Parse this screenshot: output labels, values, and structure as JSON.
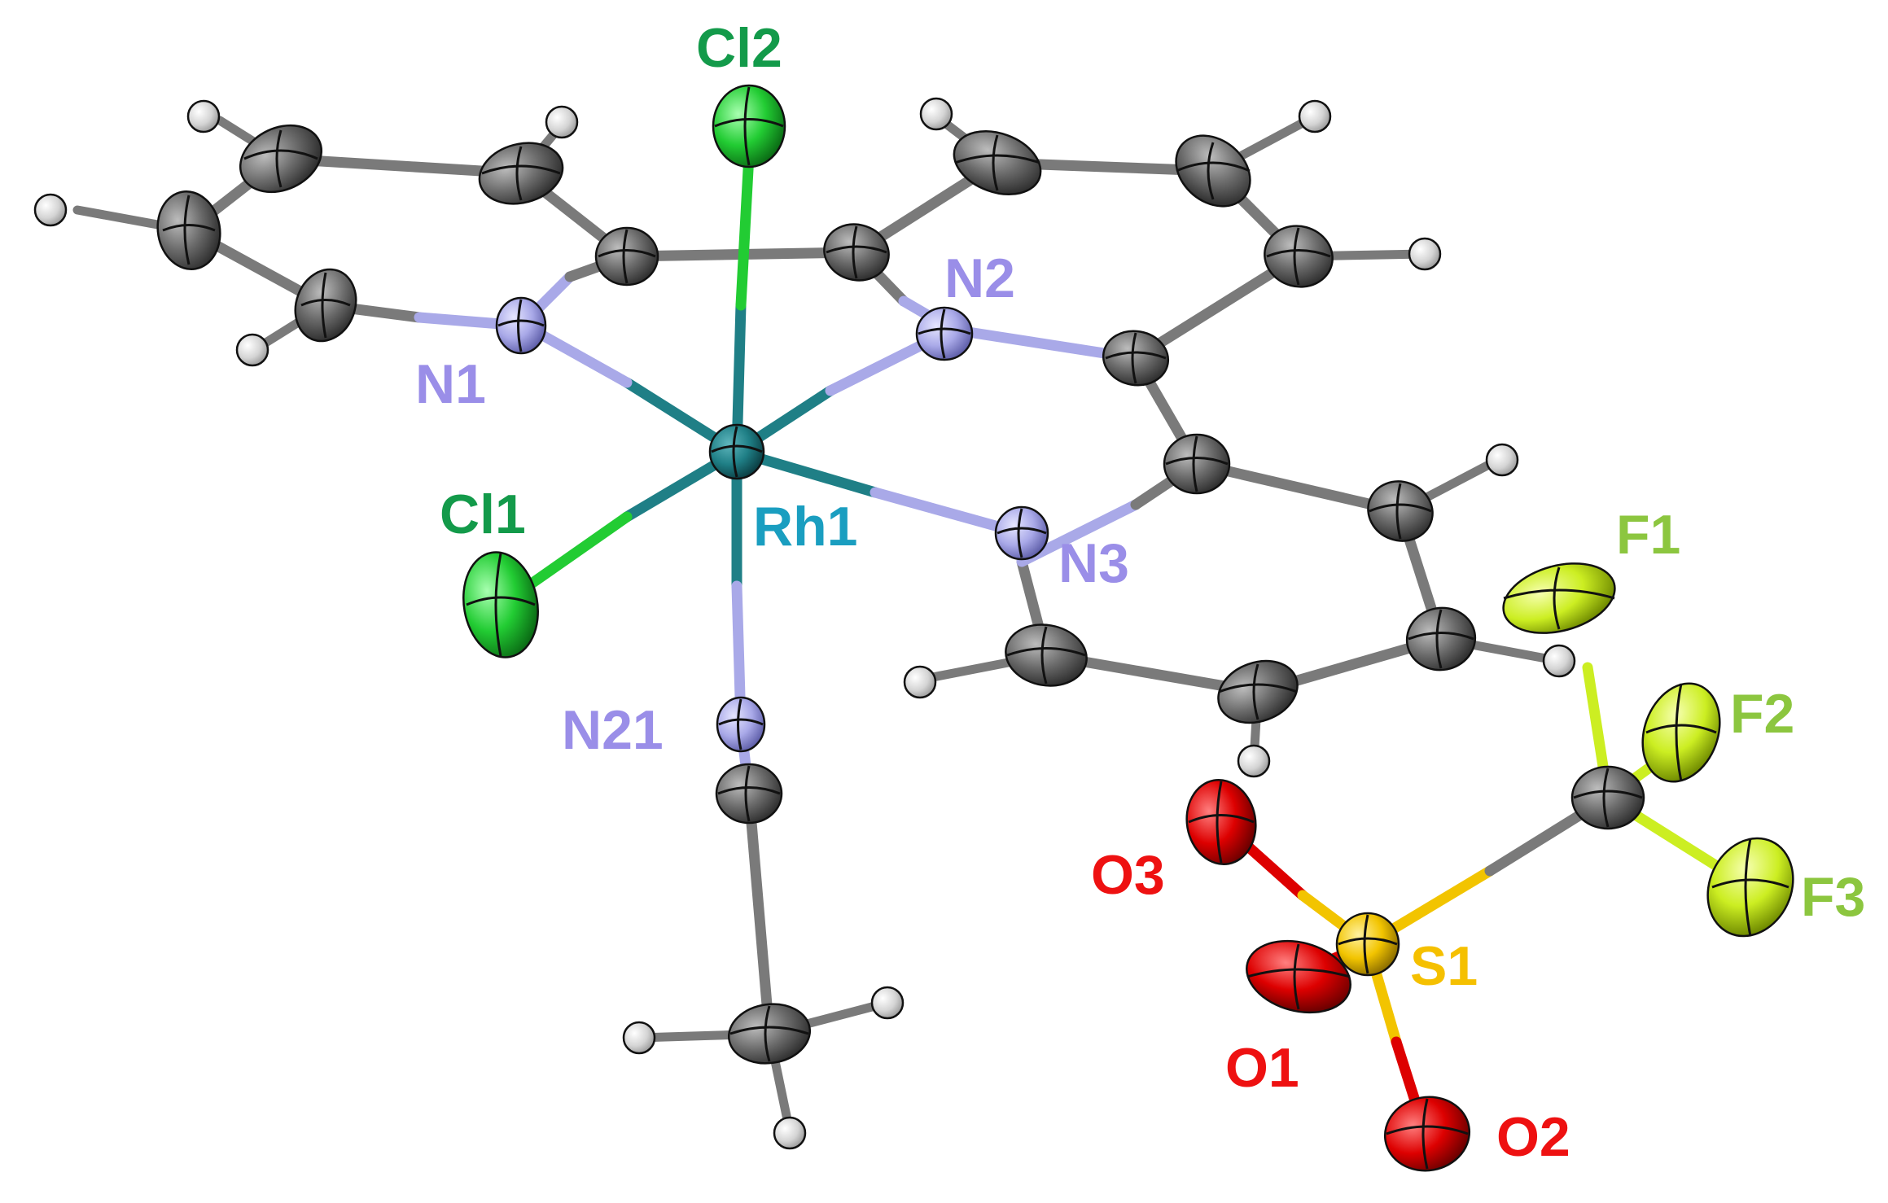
{
  "labels": {
    "Cl2": "Cl2",
    "Cl1": "Cl1",
    "N1": "N1",
    "N2": "N2",
    "N3": "N3",
    "N21": "N21",
    "Rh1": "Rh1",
    "F1": "F1",
    "F2": "F2",
    "F3": "F3",
    "O1": "O1",
    "O2": "O2",
    "O3": "O3",
    "S1": "S1"
  },
  "colors": {
    "carbon": "#6b6b6b",
    "hydrogen": "#d8d8d8",
    "nitrogen": "#a9a9e8",
    "rhodium": "#1f7f86",
    "chlorine": "#22cc33",
    "oxygen": "#dd0000",
    "sulfur": "#f2c400",
    "fluorine": "#ccee22",
    "label_N": "#9a8ee8",
    "label_Cl": "#139a4a",
    "label_Rh": "#1a9ec0",
    "label_O": "#ee1111",
    "label_S": "#f5c000",
    "label_F": "#8cc63f"
  }
}
